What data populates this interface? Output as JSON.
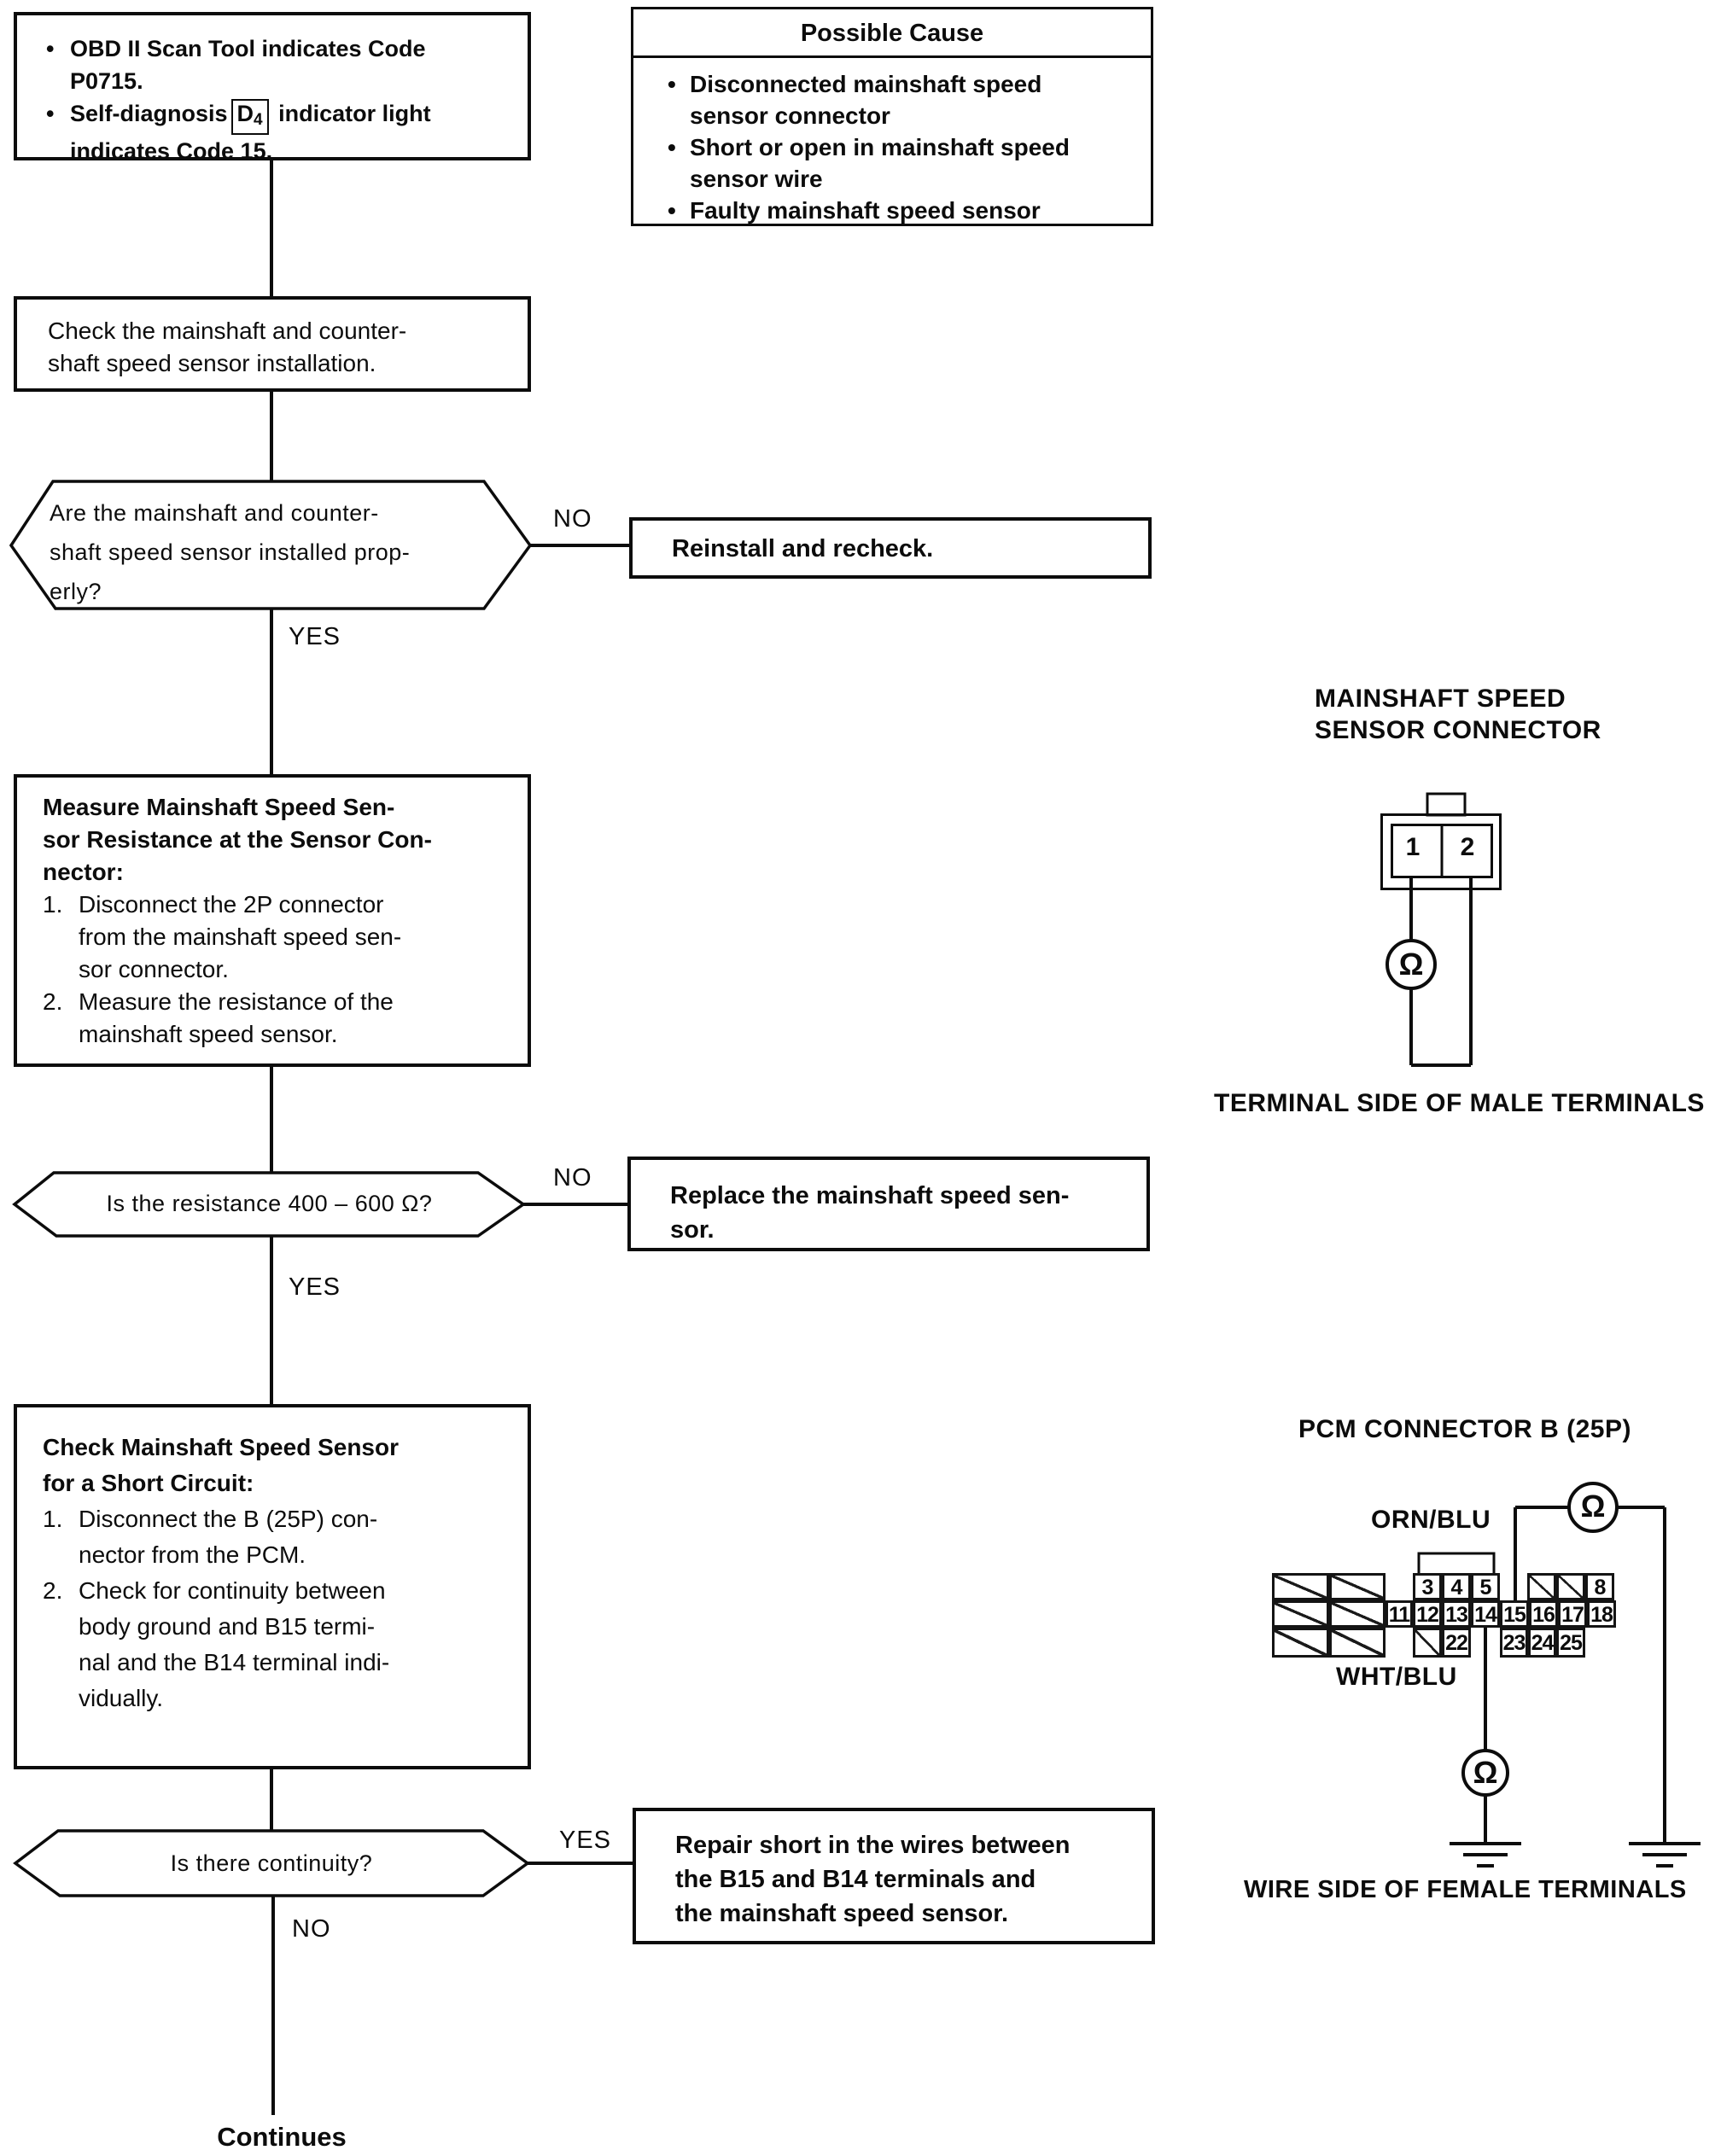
{
  "symptom_box": {
    "bullet": "•",
    "item1": "OBD II Scan Tool indicates Code\nP0715.",
    "item2_pre": "Self-diagnosis",
    "item2_d4": "D",
    "item2_d4_sub": "4",
    "item2_post": " indicator light\nindicates Code 15."
  },
  "possible_cause": {
    "title": "Possible Cause",
    "bullet": "•",
    "items": [
      {
        "text": "Disconnected mainshaft speed\nsensor connector"
      },
      {
        "text": "Short or open in mainshaft speed\nsensor wire"
      },
      {
        "text": "Faulty mainshaft speed sensor"
      }
    ]
  },
  "check_install_box": {
    "text": "Check the mainshaft and counter-\nshaft speed sensor installation."
  },
  "q_installed": {
    "text": "Are the mainshaft and counter-\nshaft speed sensor installed prop-\nerly?"
  },
  "reinstall_box": {
    "text": "Reinstall and recheck."
  },
  "measure_box": {
    "title": "Measure Mainshaft Speed Sen-\nsor Resistance at the Sensor Con-\nnector:",
    "steps": [
      {
        "num": "1.",
        "text": "Disconnect the 2P connector\nfrom the mainshaft speed sen-\nsor connector."
      },
      {
        "num": "2.",
        "text": "Measure the resistance of the\nmainshaft speed sensor."
      }
    ]
  },
  "q_resistance": {
    "text": "Is the resistance 400 – 600 Ω?"
  },
  "replace_box": {
    "text": "Replace the mainshaft speed sen-\nsor."
  },
  "short_box": {
    "title": "Check Mainshaft Speed Sensor\nfor a Short Circuit:",
    "steps": [
      {
        "num": "1.",
        "text": "Disconnect the B (25P) con-\nnector from the PCM."
      },
      {
        "num": "2.",
        "text": "Check for continuity between\nbody ground and B15 termi-\nnal and the B14 terminal indi-\nvidually."
      }
    ]
  },
  "q_continuity": {
    "text": "Is there continuity?"
  },
  "repair_box": {
    "text": "Repair short in the wires between\nthe B15 and B14 terminals and\nthe mainshaft speed sensor."
  },
  "labels": {
    "yes": "YES",
    "no": "NO",
    "continues": "Continues"
  },
  "sensor_diagram": {
    "title": "MAINSHAFT SPEED\nSENSOR CONNECTOR",
    "pin1": "1",
    "pin2": "2",
    "ohm": "Ω",
    "caption": "TERMINAL SIDE OF MALE TERMINALS"
  },
  "pcm_diagram": {
    "title": "PCM CONNECTOR B (25P)",
    "wire_top_label": "ORN/BLU",
    "wire_bottom_label": "WHT/BLU",
    "ohm": "Ω",
    "caption": "WIRE SIDE OF FEMALE TERMINALS",
    "cells": {
      "c3": "3",
      "c4": "4",
      "c5": "5",
      "c8": "8",
      "c11": "11",
      "c12": "12",
      "c13": "13",
      "c14": "14",
      "c15": "15",
      "c16": "16",
      "c17": "17",
      "c18": "18",
      "c22": "22",
      "c23": "23",
      "c24": "24",
      "c25": "25"
    }
  }
}
